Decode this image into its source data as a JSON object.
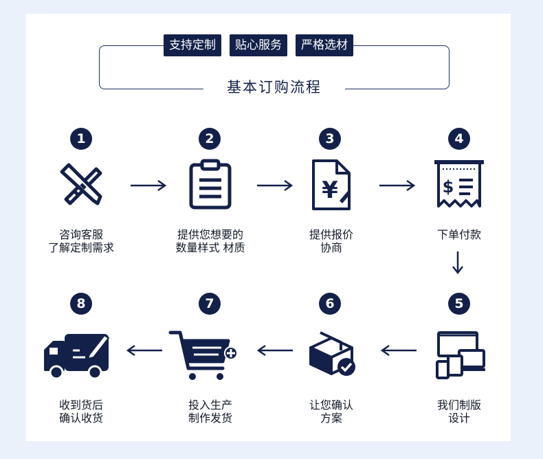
{
  "header": {
    "tags": [
      "支持定制",
      "贴心服务",
      "严格选材"
    ],
    "title": "基本订购流程"
  },
  "steps": [
    {
      "num": "1",
      "line1": "咨询客服",
      "line2": "了解定制需求",
      "icon": "ruler-pencil-icon"
    },
    {
      "num": "2",
      "line1": "提供您想要的",
      "line2": "数量样式 材质",
      "icon": "clipboard-icon"
    },
    {
      "num": "3",
      "line1": "提供报价",
      "line2": "协商",
      "icon": "price-document-icon"
    },
    {
      "num": "4",
      "line1": "下单付款",
      "line2": "",
      "icon": "receipt-icon"
    },
    {
      "num": "5",
      "line1": "我们制版",
      "line2": "设计",
      "icon": "devices-icon"
    },
    {
      "num": "6",
      "line1": "让您确认",
      "line2": "方案",
      "icon": "box-check-icon"
    },
    {
      "num": "7",
      "line1": "投入生产",
      "line2": "制作发货",
      "icon": "cart-icon"
    },
    {
      "num": "8",
      "line1": "收到货后",
      "line2": "确认收货",
      "icon": "truck-icon"
    }
  ],
  "colors": {
    "accent": "#13214a",
    "background": "#eaf1fb"
  }
}
